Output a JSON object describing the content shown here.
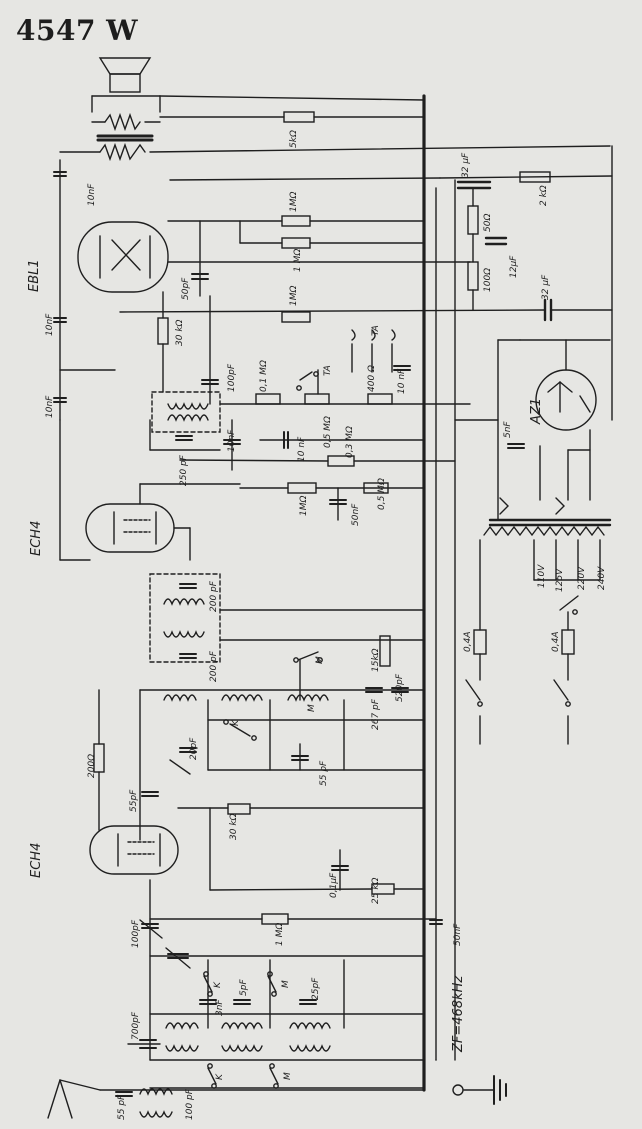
{
  "title": "4547 W",
  "tubes": {
    "output": "EBL1",
    "if_amp": "ECH4",
    "mixer": "ECH4",
    "rectifier": "AZ1"
  },
  "components": {
    "r_5k": "5kΩ",
    "r_1m_top": "1MΩ",
    "r_1m_2": "1 MΩ",
    "r_1m_3": "1MΩ",
    "r_30k_top": "30 kΩ",
    "r_01m": "0,1 MΩ",
    "r_05m_pot": "0,5 MΩ",
    "r_400": "400 Ω",
    "r_03m": "0,3 MΩ",
    "r_1m_lower": "1MΩ",
    "r_05m_b": "0,5 MΩ",
    "r_2k": "2 kΩ",
    "r_50": "50Ω",
    "r_100": "100Ω",
    "r_200": "200Ω",
    "r_15k": "15kΩ",
    "r_30k_bot": "30 kΩ",
    "r_25k": "25 kΩ",
    "r_1m_bot": "1 MΩ",
    "c_10nf_a": "10nF",
    "c_10nf_b": "10nF",
    "c_10nf_c": "10nF",
    "c_50pf": "50pF",
    "c_100pf_a": "100pF",
    "c_10nf_d": "10nF",
    "c_10nf_e": "10 nF",
    "c_10nf_f": "10 nF",
    "c_50nf": "50nF",
    "c_250pf": "250 pF",
    "c_32uf_top": "32 μF",
    "c_12uf": "12μF",
    "c_32uf_mid": "32 μF",
    "c_5nf": "5nF",
    "c_200pf_a": "200 pF",
    "c_200pf_b": "200 pF",
    "c_520pf": "520pF",
    "c_267pf": "267 pF",
    "c_20pf": "20pF",
    "c_55pf_a": "55 pF",
    "c_55pf_b": "55pF",
    "c_01uf": "0,1μF",
    "c_100pf_b": "100pF",
    "c_3nf": "3nF",
    "c_5pf": "5pF",
    "c_25pf": "25pF",
    "c_700pf": "700pF",
    "c_55pf_c": "55 pF",
    "c_100pf_c": "100 pF",
    "c_50nf_b": "50nF"
  },
  "switch_marks": {
    "ta_a": "TA",
    "ta_b": "TA",
    "m1": "M",
    "m2": "M",
    "m3": "M",
    "m4": "M",
    "k1": "K",
    "k2": "K",
    "k3": "K"
  },
  "mains": {
    "v110": "110V",
    "v125": "125V",
    "v220": "220V",
    "v240": "240V",
    "fuse_a": "0,4A",
    "fuse_b": "0,4A"
  },
  "if_note": "ZF=468kHz"
}
